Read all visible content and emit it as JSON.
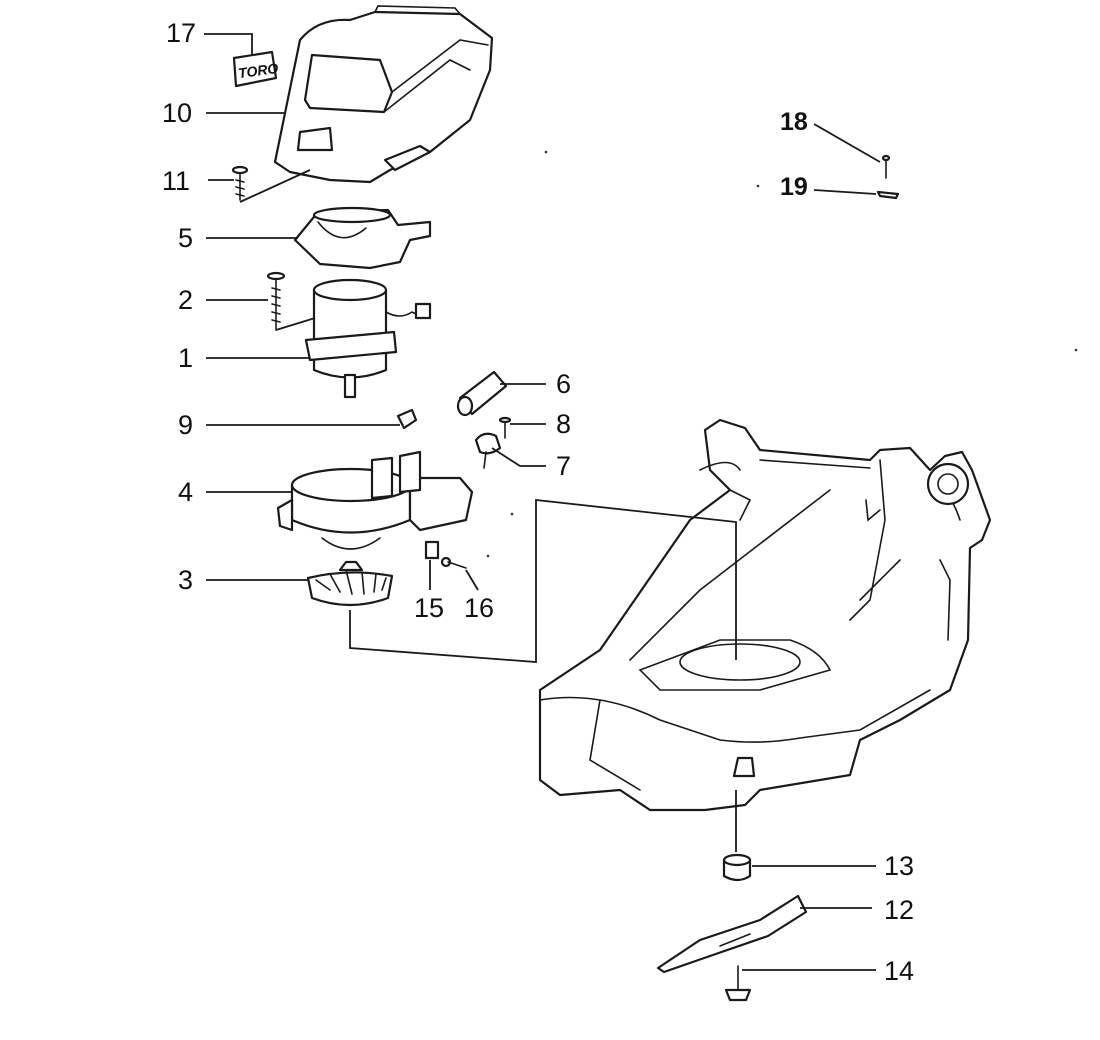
{
  "diagram": {
    "logo_text": "TORO",
    "callouts": {
      "c1": "1",
      "c2": "2",
      "c3": "3",
      "c4": "4",
      "c5": "5",
      "c6": "6",
      "c7": "7",
      "c8": "8",
      "c9": "9",
      "c10": "10",
      "c11": "11",
      "c12": "12",
      "c13": "13",
      "c14": "14",
      "c15": "15",
      "c16": "16",
      "c17": "17",
      "c18": "18",
      "c19": "19"
    }
  }
}
